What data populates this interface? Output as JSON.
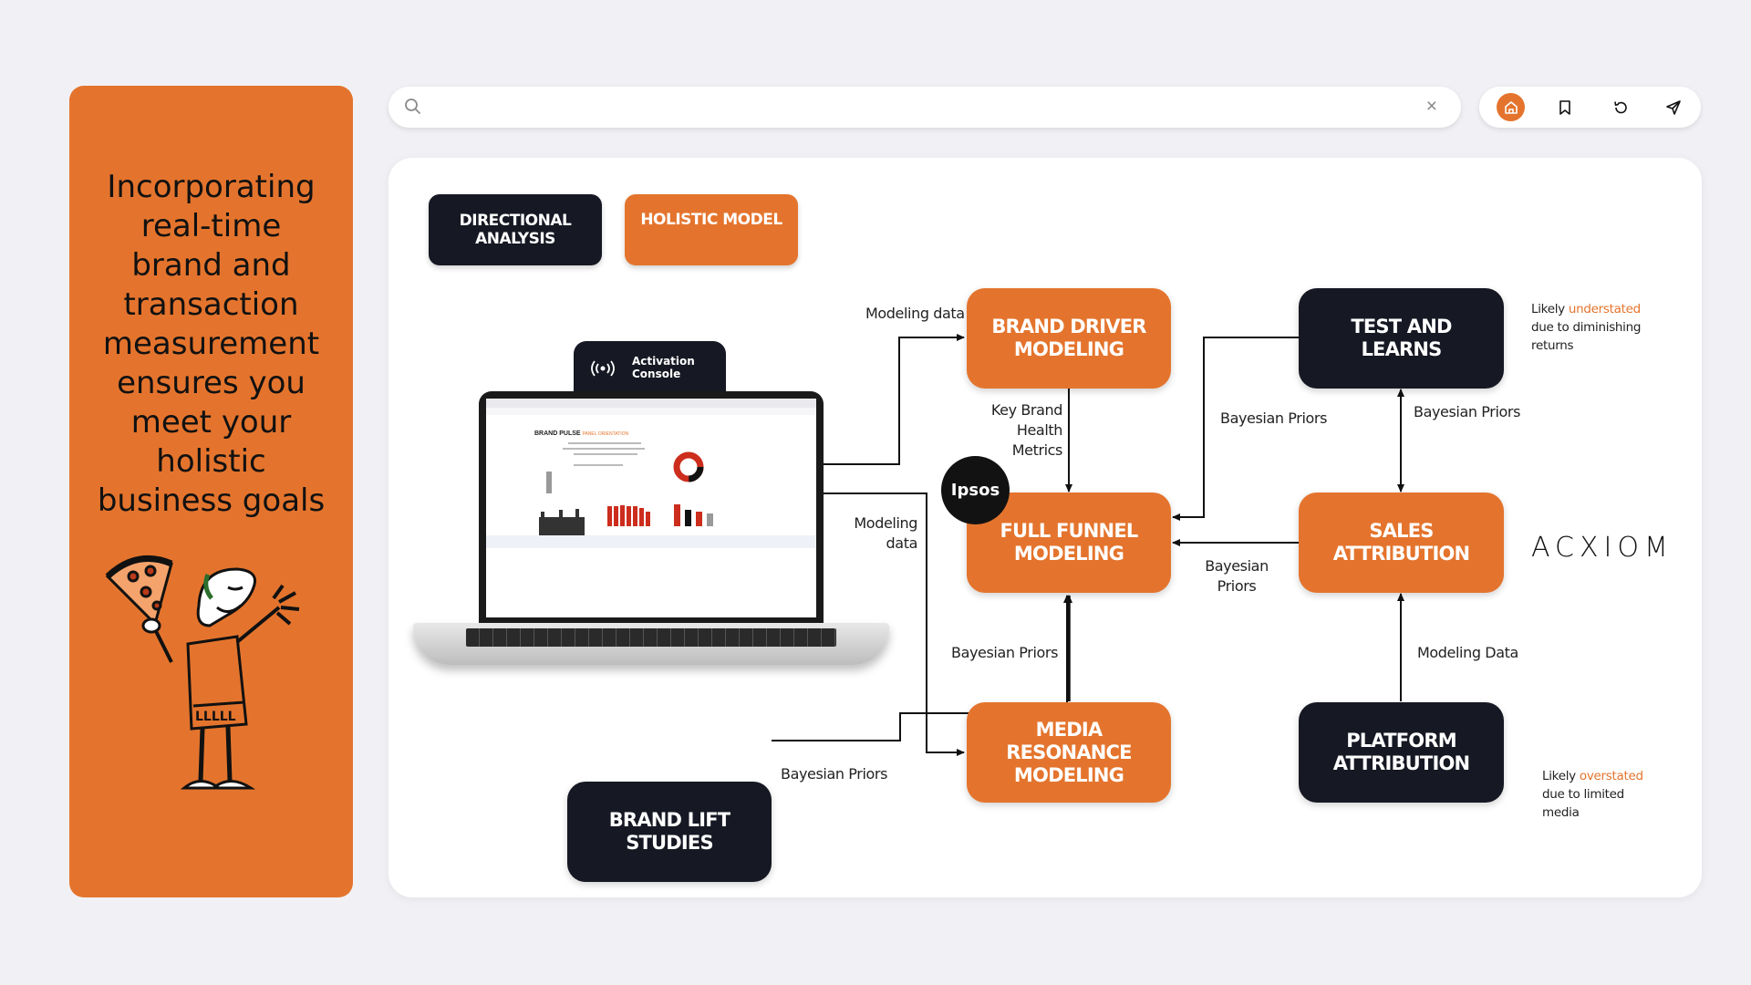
{
  "side_panel": {
    "text_lines": [
      "Incorporating",
      "real-time",
      "brand and",
      "transaction",
      "measurement",
      "ensures you",
      "meet your",
      "holistic",
      "business goals"
    ]
  },
  "search": {
    "value": "",
    "placeholder": "",
    "clear_icon": "close-icon"
  },
  "toolbar": {
    "icons": [
      "home-icon",
      "bookmark-icon",
      "refresh-icon",
      "send-icon"
    ],
    "accent": "#e4742d"
  },
  "tabs": {
    "directional": [
      "DIRECTIONAL",
      "ANALYSIS"
    ],
    "holistic": [
      "HOLISTIC MODEL"
    ]
  },
  "console": {
    "label_line1": "Activation",
    "label_line2": "Console"
  },
  "laptop_screen": {
    "title": "BRAND PULSE",
    "subtitle": "PANEL ORIENTATION"
  },
  "nodes": {
    "brand_driver": [
      "BRAND DRIVER",
      "MODELING"
    ],
    "test_and_learns": [
      "TEST AND",
      "LEARNS"
    ],
    "full_funnel": [
      "FULL FUNNEL",
      "MODELING"
    ],
    "sales_attribution": [
      "SALES",
      "ATTRIBUTION"
    ],
    "media_resonance": [
      "MEDIA",
      "RESONANCE",
      "MODELING"
    ],
    "platform_attribution": [
      "PLATFORM",
      "ATTRIBUTION"
    ],
    "brand_lift": [
      "BRAND LIFT",
      "STUDIES"
    ]
  },
  "edge_labels": {
    "modeling_data_top": "Modeling data",
    "key_brand_health_1": "Key Brand Health",
    "key_brand_health_2": "Metrics",
    "bayesian_priors_tl": "Bayesian Priors",
    "bayesian_priors_right": "Bayesian Priors",
    "modeling_data_mid_1": "Modeling",
    "modeling_data_mid_2": "data",
    "bayesian_priors_sales_1": "Bayesian",
    "bayesian_priors_sales_2": "Priors",
    "bayesian_priors_center": "Bayesian Priors",
    "modeling_data_platform": "Modeling Data",
    "bayesian_priors_lift": "Bayesian Priors"
  },
  "notes": {
    "understated": {
      "prefix": "Likely ",
      "highlight": "understated",
      "line2": "due to diminishing",
      "line3": "returns"
    },
    "overstated": {
      "prefix": "Likely ",
      "highlight": "overstated",
      "line2": "due to limited",
      "line3": "media"
    }
  },
  "logos": {
    "ipsos": "Ipsos",
    "acxiom": "ACXIOM"
  },
  "colors": {
    "orange": "#e4742d",
    "dark": "#161823",
    "background": "#f1f1f5"
  }
}
